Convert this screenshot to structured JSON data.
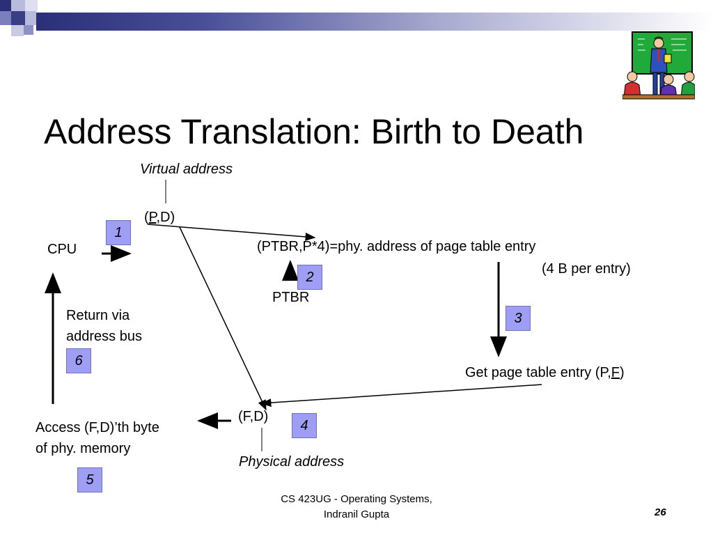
{
  "slide": {
    "title": "Address Translation: Birth to Death"
  },
  "labels": {
    "virtual_address": "Virtual address",
    "pd": "(P,D)",
    "cpu": "CPU",
    "ptbr_formula": "(PTBR,P*4)=phy. address of page table entry",
    "per_entry": "(4 B per entry)",
    "ptbr": "PTBR",
    "return_line1": "Return via",
    "return_line2": "address bus",
    "get_entry": "Get page table entry (P,F)",
    "fd": "(F,D)",
    "access_line1": "Access (F,D)’th byte",
    "access_line2": "of phy. memory",
    "physical_address": "Physical address"
  },
  "steps": [
    "1",
    "2",
    "3",
    "4",
    "5",
    "6"
  ],
  "footer": {
    "line1": "CS 423UG - Operating Systems,",
    "line2": "Indranil Gupta",
    "page_number": "26"
  },
  "colors": {
    "step_box": "#9e9ef5",
    "top_bar": "#2b2f78"
  },
  "icons": {
    "teacher": "teacher-clipart-icon"
  }
}
